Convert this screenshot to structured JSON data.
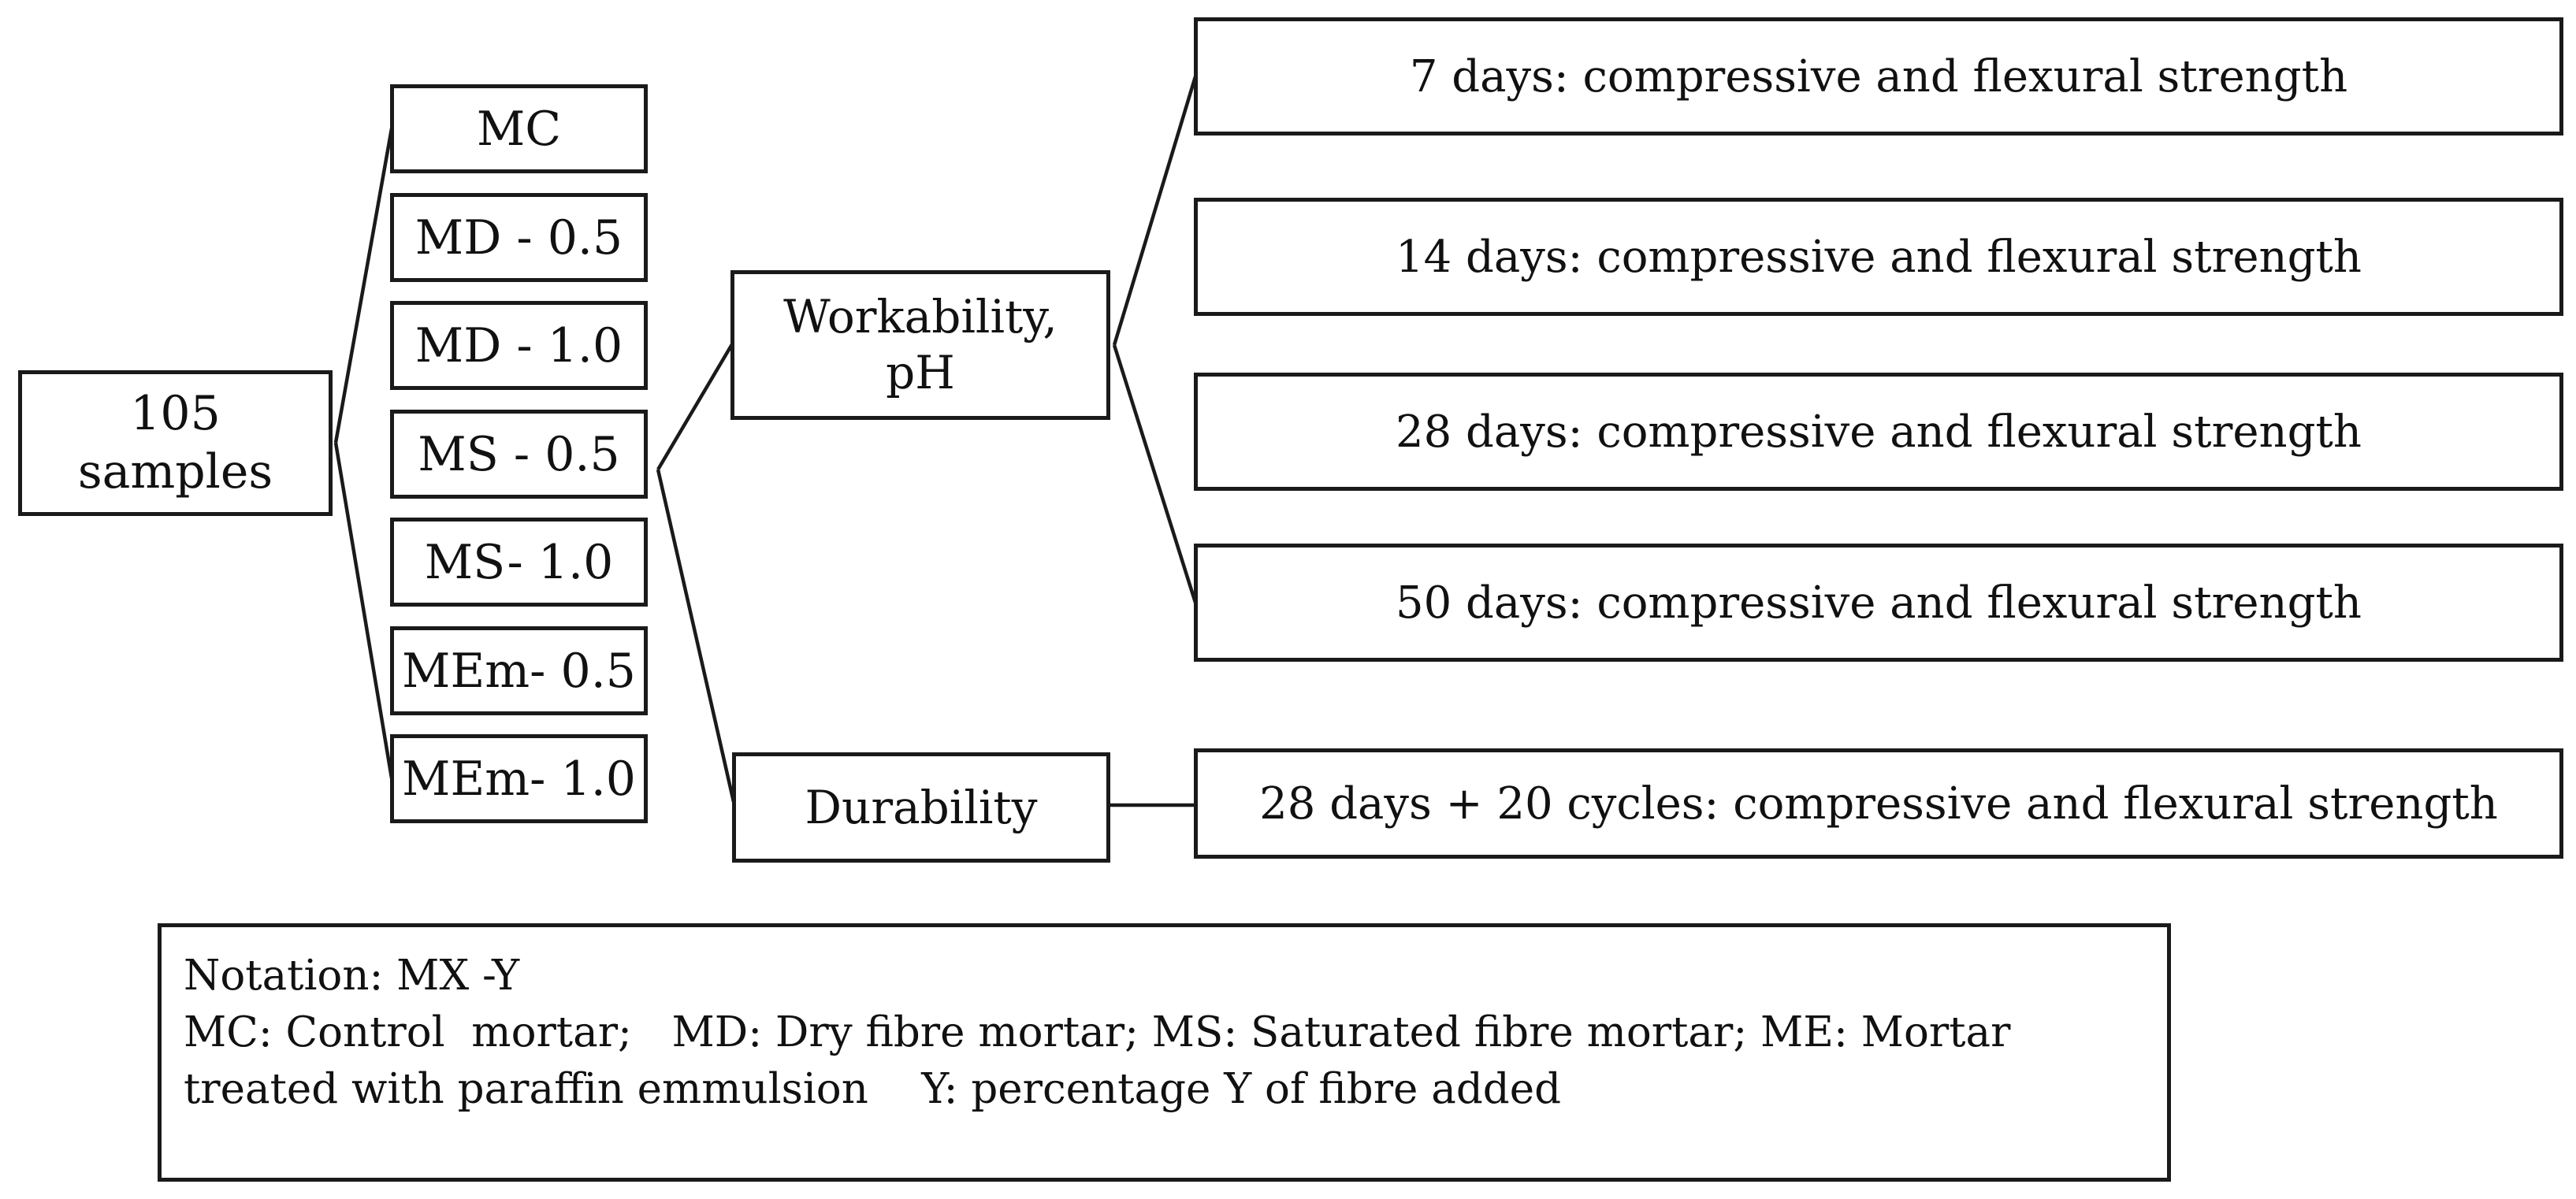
{
  "diagram": {
    "root": {
      "label": "105\nsamples"
    },
    "samples": [
      {
        "label": "MC"
      },
      {
        "label": "MD - 0.5"
      },
      {
        "label": "MD - 1.0"
      },
      {
        "label": "MS - 0.5"
      },
      {
        "label": "MS- 1.0"
      },
      {
        "label": "MEm- 0.5"
      },
      {
        "label": "MEm- 1.0"
      }
    ],
    "tests": {
      "workability": {
        "label": "Workability,\npH"
      },
      "durability": {
        "label": "Durability"
      }
    },
    "age_results": [
      {
        "label": "7 days: compressive and flexural strength"
      },
      {
        "label": "14 days: compressive and flexural strength"
      },
      {
        "label": "28 days: compressive and flexural strength"
      },
      {
        "label": "50 days: compressive and flexural strength"
      }
    ],
    "durability_result": {
      "label": "28 days + 20 cycles: compressive and flexural strength"
    },
    "notation": {
      "text": "Notation: MX -Y\nMC: Control  mortar;   MD: Dry fibre mortar; MS: Saturated fibre mortar; ME: Mortar\ntreated with paraffin emmulsion    Y: percentage Y of fibre added"
    },
    "colors": {
      "background": "#ffffff",
      "line": "#1a1a1a",
      "box_border": "#1a1a1a",
      "text": "#111111"
    }
  }
}
